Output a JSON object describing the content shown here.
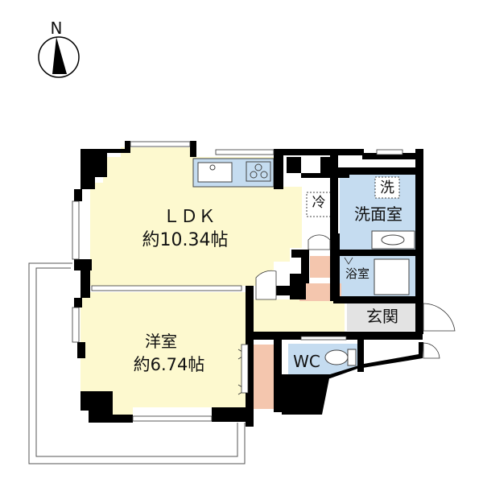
{
  "compass": {
    "label": "N"
  },
  "colors": {
    "wall": "#000000",
    "ldk_floor": "#fdf9cf",
    "wet_area": "#c5dcf0",
    "storage": "#f4c6ae",
    "entrance": "#e3e3e3",
    "window": "#ffffff"
  },
  "rooms": {
    "ldk": {
      "name": "ＬＤＫ",
      "size": "約10.34帖"
    },
    "western": {
      "name": "洋室",
      "size": "約6.74帖"
    },
    "washroom": {
      "name": "洗面室",
      "washer_symbol": "洗"
    },
    "bathroom": {
      "name": "浴室"
    },
    "entrance": {
      "name": "玄関"
    },
    "wc": {
      "name": "WC"
    },
    "fridge": {
      "symbol": "冷"
    }
  }
}
